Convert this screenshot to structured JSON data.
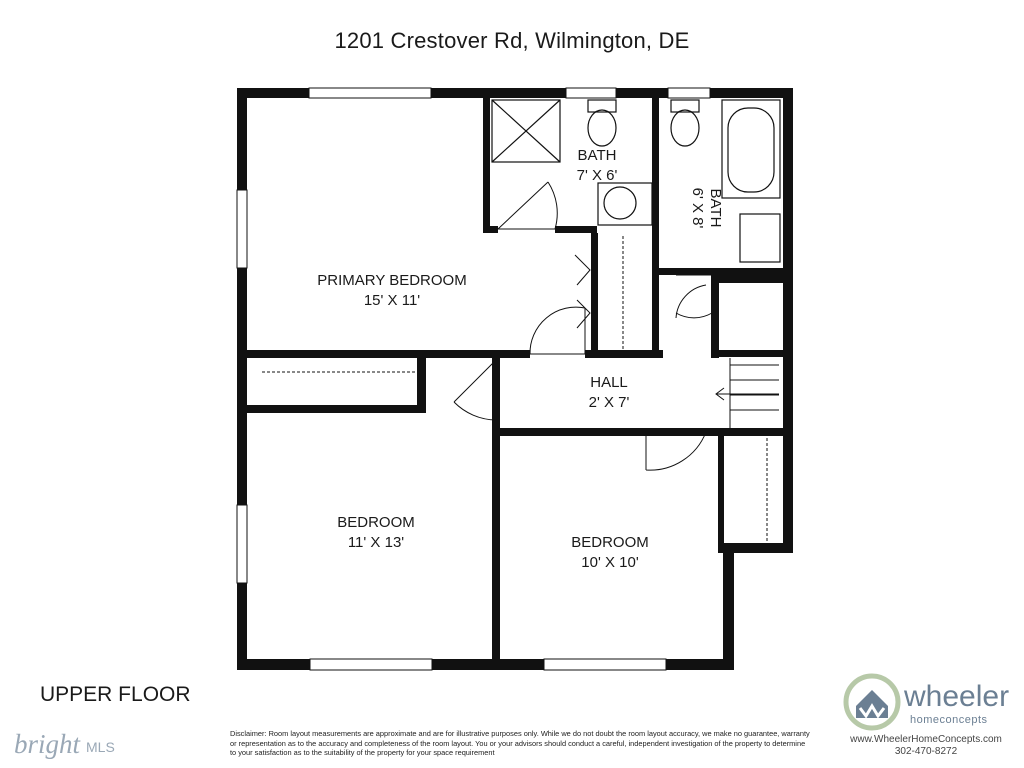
{
  "title": "1201 Crestover Rd, Wilmington, DE",
  "floor_label": "UPPER FLOOR",
  "rooms": {
    "primary_bedroom": {
      "name": "PRIMARY BEDROOM",
      "dims": "15' X 11'"
    },
    "bath_1": {
      "name": "BATH",
      "dims": "7' X 6'"
    },
    "bath_2": {
      "name": "BATH",
      "dims": "6' X 8'"
    },
    "hall": {
      "name": "HALL",
      "dims": "2' X 7'"
    },
    "bedroom_1": {
      "name": "BEDROOM",
      "dims": "11' X 13'"
    },
    "bedroom_2": {
      "name": "BEDROOM",
      "dims": "10' X 10'"
    }
  },
  "disclaimer": "Disclaimer: Room layout measurements are approximate and are for illustrative purposes only. While we do not doubt the room layout accuracy, we make no guarantee, warranty or representation as to the accuracy and completeness of the room layout. You or your advisors should conduct a careful, independent investigation of the property to determine to your satisfaction as to the suitability of the property for your space requirement",
  "mls_logo": {
    "word": "bright",
    "suffix": "MLS"
  },
  "brand": {
    "name": "wheeler",
    "tagline": "homeconcepts",
    "url": "www.WheelerHomeConcepts.com",
    "phone": "302-470-8272"
  },
  "colors": {
    "wall": "#111111",
    "logo_primary": "#6b7f93",
    "mls_grey": "#9aa8b6"
  }
}
